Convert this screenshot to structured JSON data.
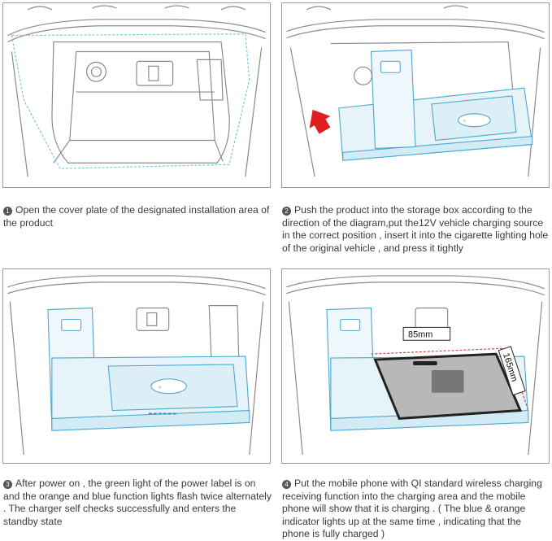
{
  "steps": [
    {
      "number": "1",
      "text": "Open the cover plate of the designated installation area of the product"
    },
    {
      "number": "2",
      "text": "Push the product into the storage box according to the direction of the diagram,put the12V vehicle charging source in the correct position , insert it into the cigarette lighting hole of the original vehicle , and press it tightly"
    },
    {
      "number": "3",
      "text": "After power on , the green light of the power label is on and the orange and blue function lights flash twice alternately . The charger self checks successfully and enters the standby state"
    },
    {
      "number": "4",
      "text": "Put the mobile phone with QI standard wireless charging receiving function into the charging area and the mobile phone will show that it is charging . ( The blue & orange indicator lights up at the same time , indicating that the phone is fully charged )"
    }
  ],
  "dimensions": {
    "width_label": "85mm",
    "height_label": "165mm"
  },
  "colors": {
    "outline": "#888888",
    "charger_fill": "#e6f3f9",
    "charger_stroke": "#4aa8d0",
    "arrow": "#e02020",
    "dimension": "#d03a3a"
  }
}
